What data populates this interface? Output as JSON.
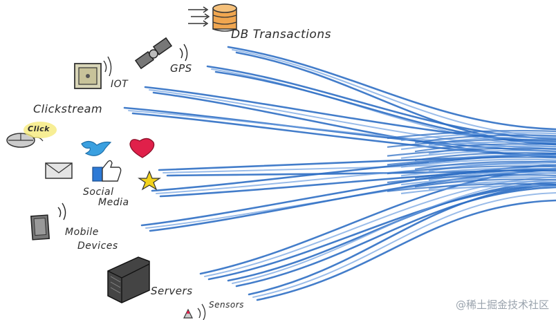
{
  "labels": {
    "db": "DB Transactions",
    "iot": "IOT",
    "gps": "GPS",
    "clickstream": "Clickstream",
    "click": "Click",
    "social_line1": "Social",
    "social_line2": "Media",
    "mobile_line1": "Mobile",
    "mobile_line2": "Devices",
    "servers": "Servers",
    "sensors": "Sensors"
  },
  "watermark": "@稀土掘金技术社区",
  "colors": {
    "stream_blue": "#2f6fc4",
    "stream_light": "#6fa0e0",
    "ink": "#2b2b2b",
    "db_orange": "#f0a650",
    "twitter_blue": "#3aa0e0",
    "heart_red": "#e0204a",
    "star_yellow": "#f2d21c"
  },
  "icons": [
    "database-icon",
    "satellite-icon",
    "safe-box-icon",
    "mouse-icon",
    "twitter-bird-icon",
    "heart-icon",
    "envelope-icon",
    "thumbs-up-icon",
    "star-icon",
    "mobile-phone-icon",
    "server-rack-icon",
    "sensor-icon"
  ]
}
